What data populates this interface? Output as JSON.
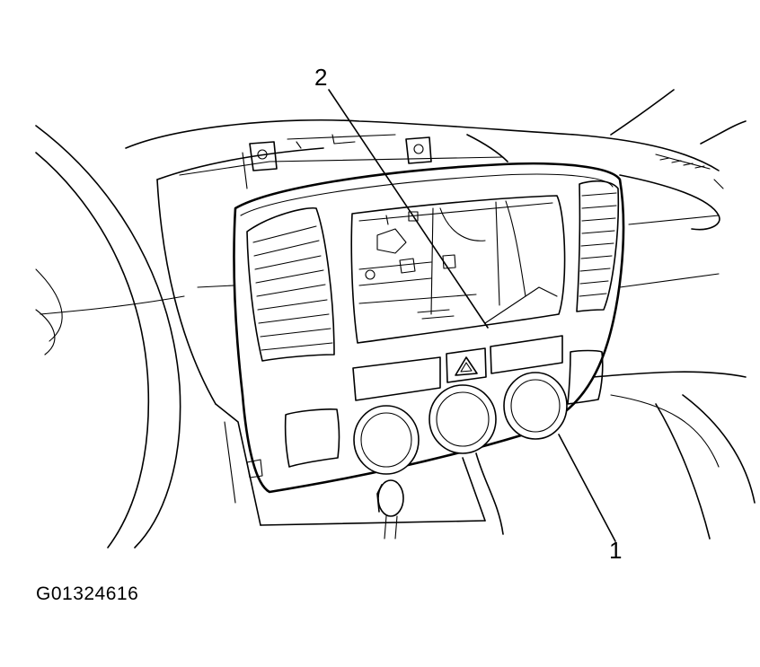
{
  "callouts": [
    {
      "id": "2",
      "label": "2"
    },
    {
      "id": "1",
      "label": "1"
    }
  ],
  "figure_id": "G01324616",
  "colors": {
    "line": "#000000",
    "background": "#ffffff"
  }
}
